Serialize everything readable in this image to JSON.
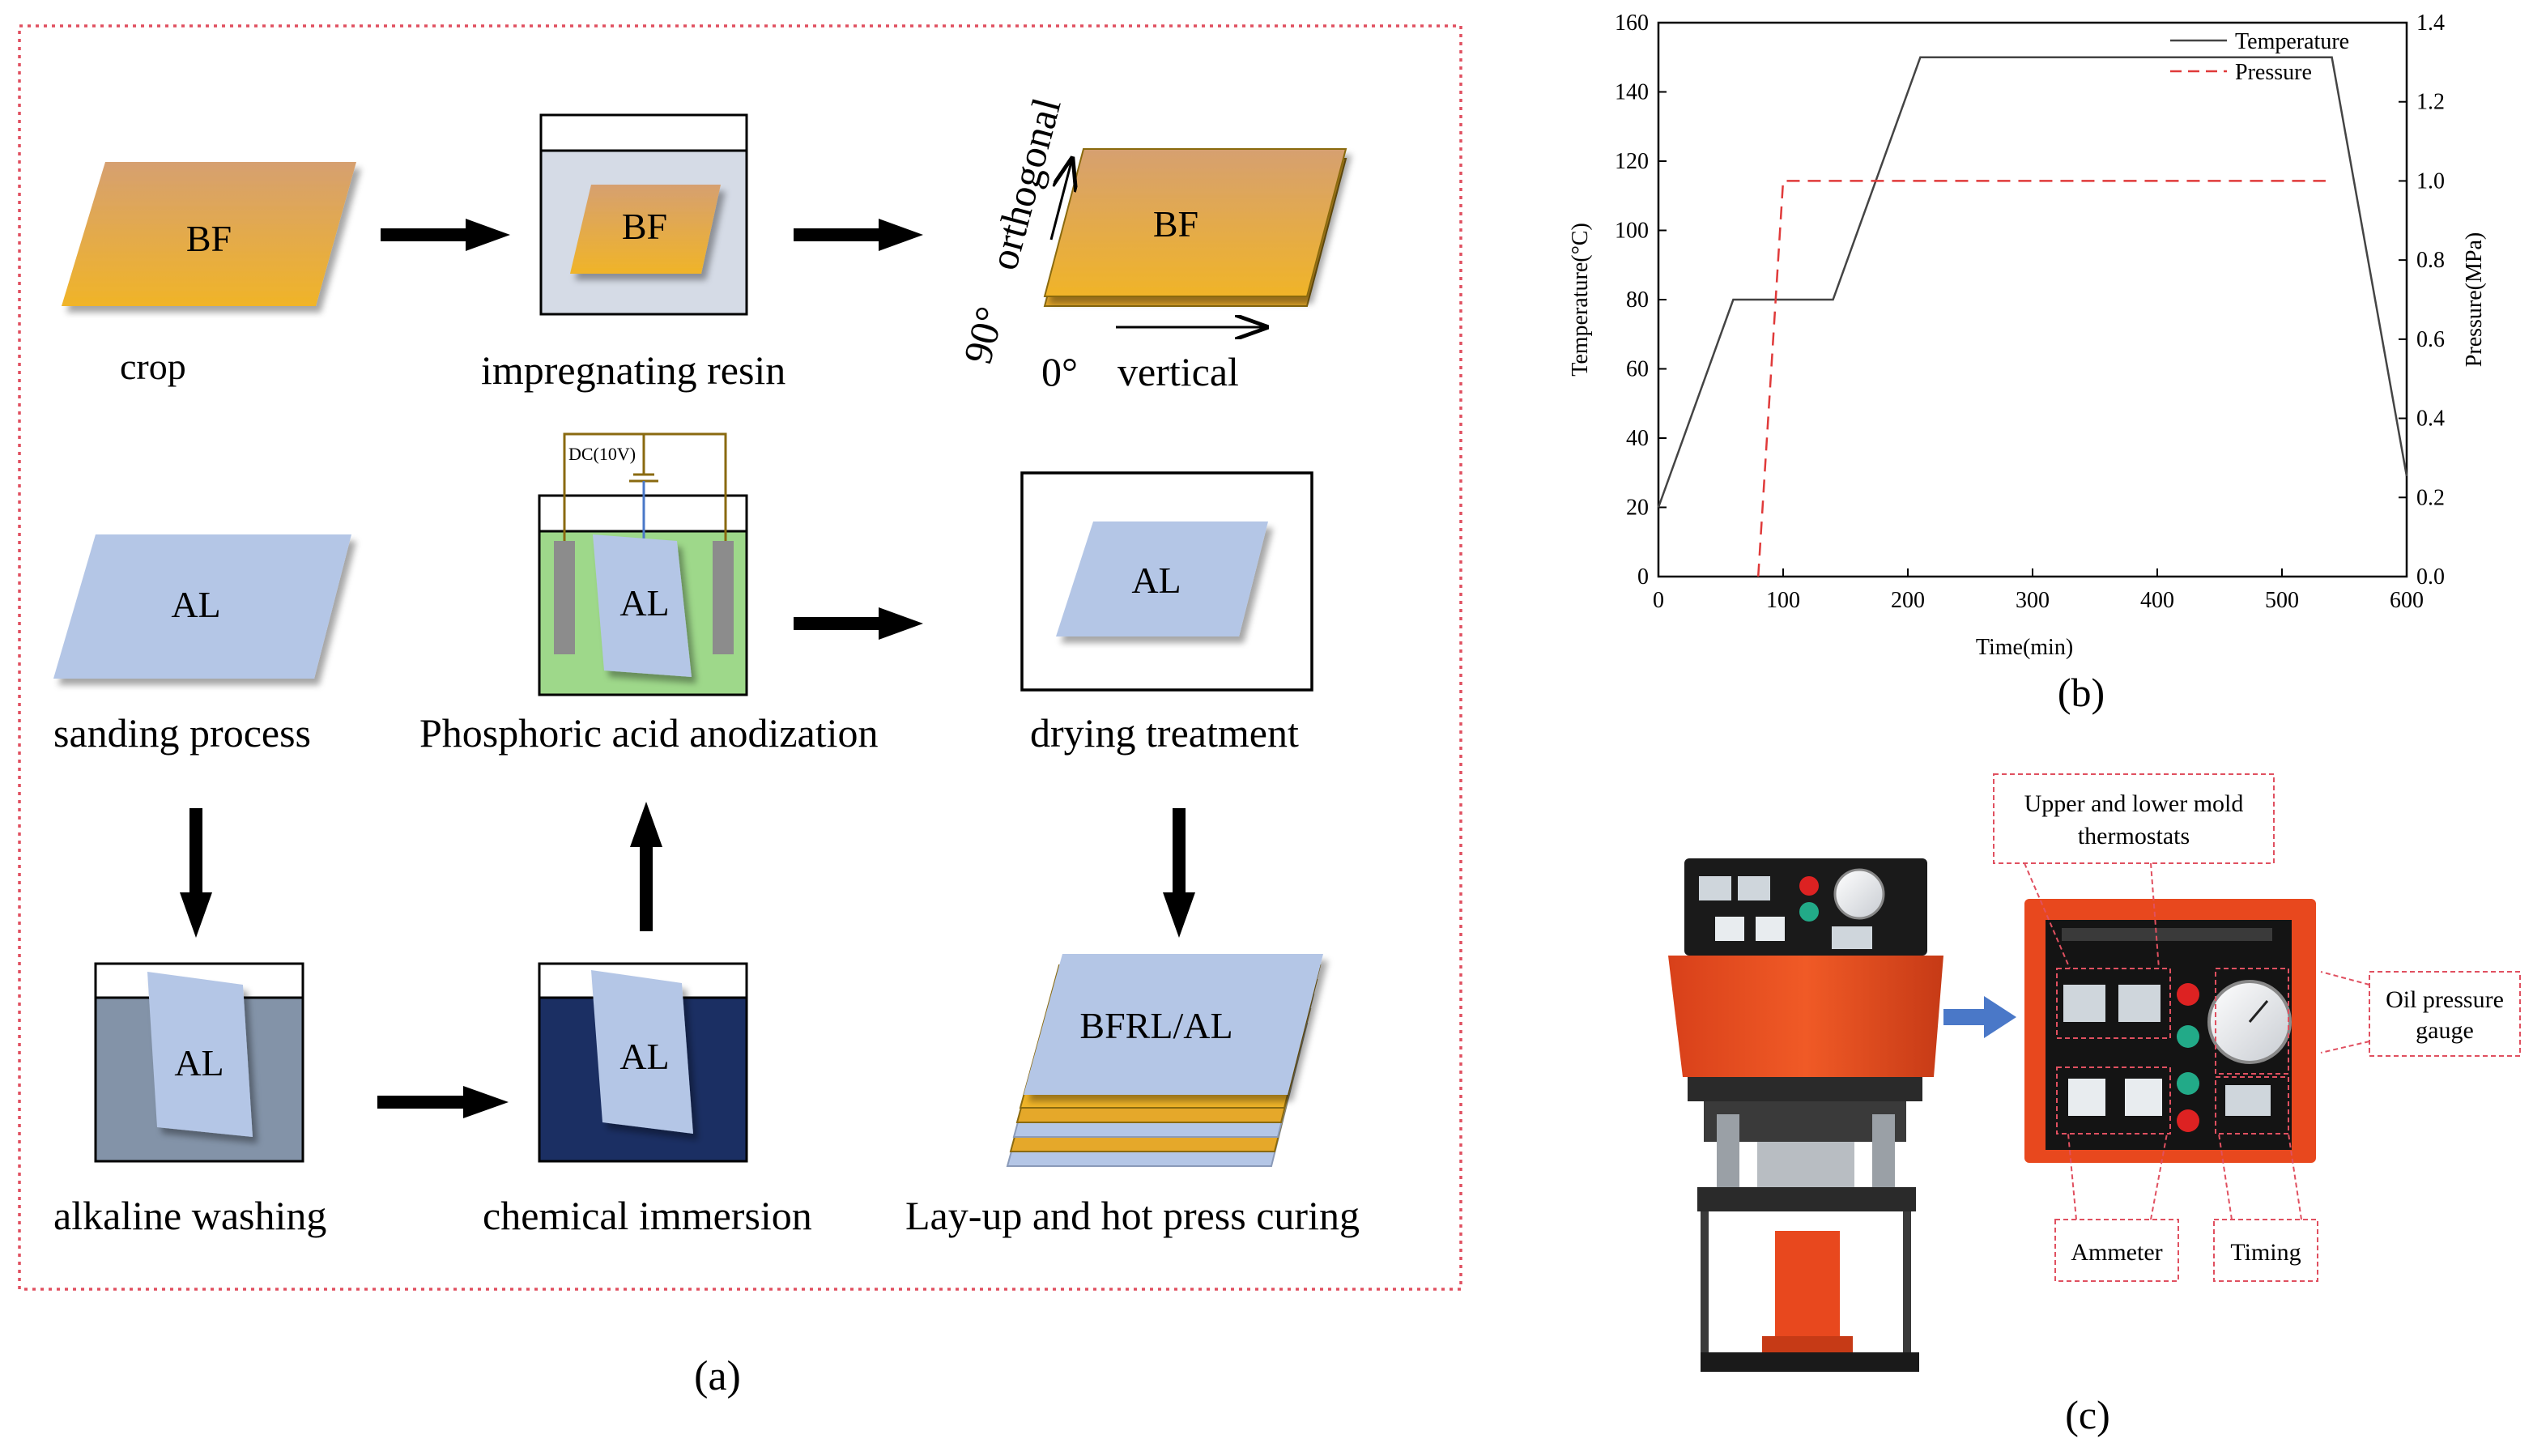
{
  "panel_a": {
    "caption": "(a)",
    "steps": {
      "crop": {
        "label": "crop",
        "tag": "BF"
      },
      "impregnating_resin": {
        "label": "impregnating resin",
        "tag": "BF"
      },
      "lay_orientation": {
        "tag": "BF",
        "orthogonal": "orthogonal",
        "angle_90": "90°",
        "angle_0": "0°",
        "vertical": "vertical"
      },
      "sanding_process": {
        "label": "sanding process",
        "tag": "AL"
      },
      "anodization": {
        "label": "Phosphoric acid anodization",
        "tag": "AL",
        "power": "DC(10V)"
      },
      "drying_treatment": {
        "label": "drying treatment",
        "tag": "AL"
      },
      "alkaline_washing": {
        "label": "alkaline washing",
        "tag": "AL"
      },
      "chemical_immersion": {
        "label": "chemical immersion",
        "tag": "AL"
      },
      "layup_curing": {
        "label": "Lay-up and hot press curing",
        "tag": "BFRL/AL"
      }
    }
  },
  "panel_b": {
    "caption": "(b)",
    "chart_data": {
      "type": "line",
      "xlabel": "Time(min)",
      "ylabel_left": "Temperature(°C)",
      "ylabel_right": "Pressure(MPa)",
      "xlim": [
        0,
        600
      ],
      "ylim_left": [
        0,
        160
      ],
      "ylim_right": [
        0,
        1.4
      ],
      "x_ticks": [
        "0",
        "100",
        "200",
        "300",
        "400",
        "500",
        "600"
      ],
      "y_left_ticks": [
        "0",
        "20",
        "40",
        "60",
        "80",
        "100",
        "120",
        "140",
        "160"
      ],
      "y_right_ticks": [
        "0.0",
        "0.2",
        "0.4",
        "0.6",
        "0.8",
        "1.0",
        "1.2",
        "1.4"
      ],
      "legend_position": "top-right",
      "series": [
        {
          "name": "Temperature",
          "axis": "left",
          "color": "#444444",
          "style": "solid",
          "x": [
            0,
            60,
            140,
            210,
            540,
            600
          ],
          "y": [
            20,
            80,
            80,
            150,
            150,
            29
          ]
        },
        {
          "name": "Pressure",
          "axis": "right",
          "color": "#e03a3a",
          "style": "dashed",
          "x": [
            80,
            100,
            535
          ],
          "y": [
            0.0,
            1.0,
            1.0
          ]
        }
      ]
    }
  },
  "panel_c": {
    "caption": "(c)",
    "callouts": {
      "thermostats": "Upper and lower mold thermostats",
      "oil_gauge": "Oil pressure gauge",
      "ammeter": "Ammeter",
      "timing": "Timing"
    }
  },
  "colors": {
    "border_dotted": "#e05060",
    "al_fill": "#b4c6e6",
    "bf_top": "#d6a070",
    "bf_bottom": "#f0b428",
    "arrow": "#000000",
    "anod_tank": "#9ed88a",
    "immersion_tank": "#1b2f63",
    "alkaline_tank": "#8393a8",
    "resin_tank": "#d5dbe6",
    "press_orange": "#e8481e",
    "flow_arrow_blue": "#4a78c8"
  }
}
